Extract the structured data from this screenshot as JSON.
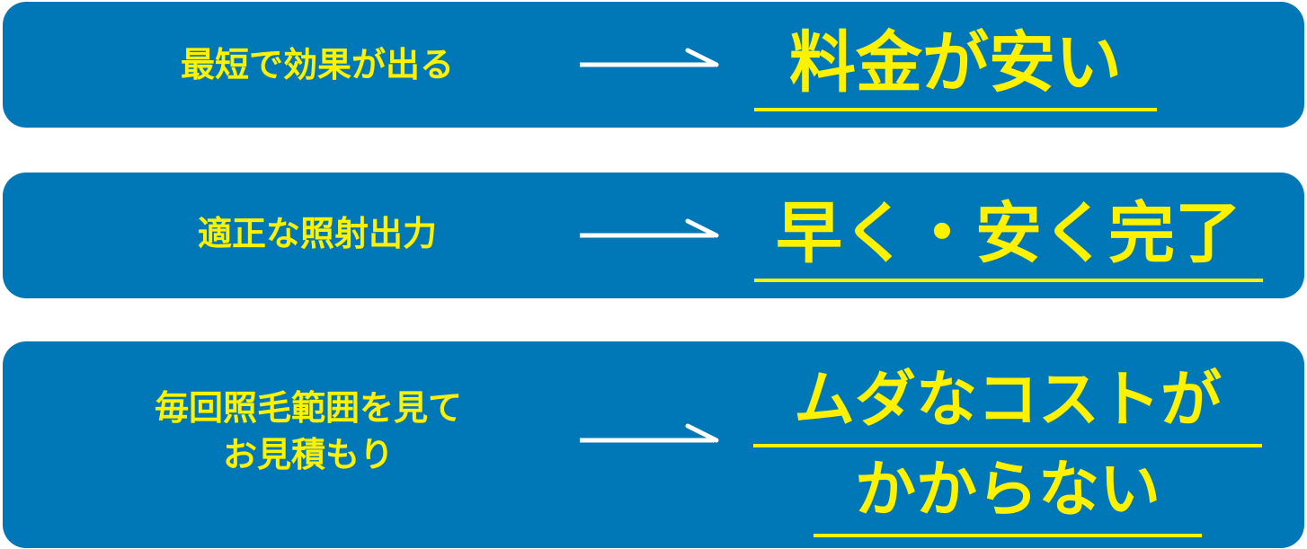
{
  "colors": {
    "panel": "#0077b6",
    "text": "#fff200",
    "arrow": "#ffffff"
  },
  "rows": [
    {
      "cause_lines": [
        "最短で効果が出る"
      ],
      "effect_lines": [
        "料金が安い"
      ]
    },
    {
      "cause_lines": [
        "適正な照射出力"
      ],
      "effect_lines": [
        "早く・安く完了"
      ]
    },
    {
      "cause_lines": [
        "毎回照毛範囲を見て",
        "お見積もり"
      ],
      "effect_lines": [
        "ムダなコストが",
        "かからない"
      ]
    }
  ]
}
